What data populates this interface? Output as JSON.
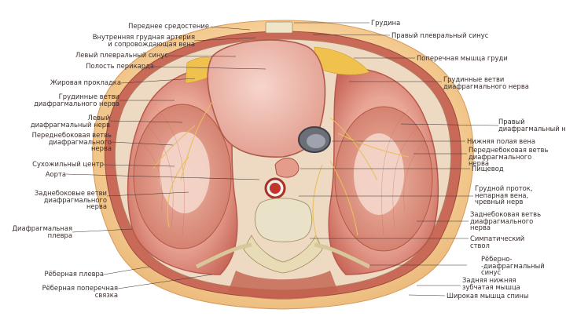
{
  "figure": {
    "labels_left": [
      "Переднее средостение",
      "Внутренняя грудная артерия\nи сопровождающая вена",
      "Левый плевральный синус",
      "Полость перикарда",
      "Жировая прокладка",
      "Грудинные ветви\nдиафрагмального нерва",
      "Левый\nдиафрагмальный нерв",
      "Переднебоковая ветвь\nдиафрагмального\nнерва",
      "Сухожильный центр",
      "Аорта",
      "Заднебоковые ветви\nдиафрагмального\nнерва",
      "Диафрагмальная\nплевра",
      "Рёберная плевра",
      "Рёберная поперечная\nсвязка"
    ],
    "labels_right": [
      "Грудина",
      "Правый плевральный синус",
      "Поперечная мышца груди",
      "Грудинные ветви\nдиафрагмального нерва",
      "Правый\nдиафрагмальный нерв",
      "Нижняя полая вена",
      "Переднебоковая ветвь\nдиафрагмального\nнерва",
      "Пищевод",
      "Грудной проток,\nнепарная вена,\nчревный нерв",
      "Заднебоковая ветвь\nдиафрагмального\nнерва",
      "Симпатический\nствол",
      "Рёберно-\n-диафрагмальный\nсинус",
      "Задняя нижняя\nзубчатая мышца",
      "Широкая мышца спины"
    ]
  }
}
